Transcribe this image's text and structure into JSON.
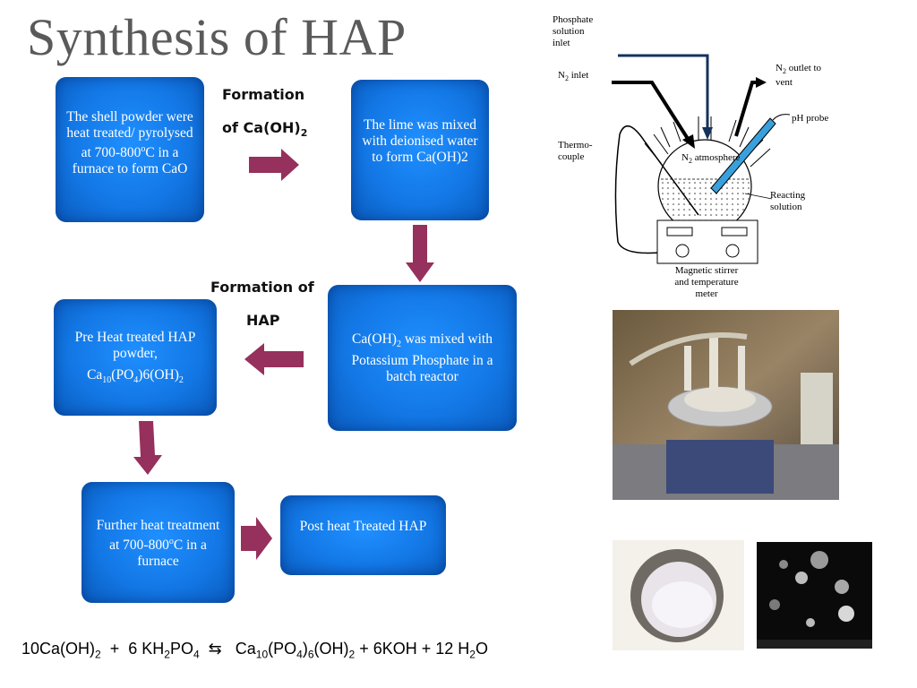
{
  "title": "Synthesis of HAP",
  "labels": {
    "formation_caoh2_line1": "Formation",
    "formation_caoh2_line2_pre": "of Ca(OH)",
    "formation_caoh2_line2_sub": "2",
    "formation_hap_line1": "Formation of",
    "formation_hap_line2": "HAP"
  },
  "boxes": {
    "shell": {
      "pre": "The shell powder were heat treated/ pyrolysed at 700-800",
      "sup": "o",
      "post": "C in a furnace to form CaO"
    },
    "lime": {
      "text": "The lime was mixed with deionised water to form Ca(OH)2"
    },
    "mixed": {
      "pre": "Ca(OH)",
      "sub": "2",
      "post": " was mixed with Potassium Phosphate in a batch reactor"
    },
    "preheat": {
      "line1": "Pre Heat treated HAP powder,",
      "f1": "Ca",
      "s1": "10",
      "f2": "(PO",
      "s2": "4",
      "f3": ")6(OH)",
      "s3": "2"
    },
    "further": {
      "pre": "Further heat treatment at 700-800",
      "sup": "o",
      "post": "C in a furnace"
    },
    "post": {
      "text": "Post heat Treated HAP"
    }
  },
  "equation": {
    "t1": "10Ca(OH)",
    "s1": "2",
    "t2": "  +  6 KH",
    "s2": "2",
    "t3": "PO",
    "s3": "4",
    "t4": "  ⇆   Ca",
    "s4": "10",
    "t5": "(PO",
    "s5": "4",
    "t6": ")",
    "s6": "6",
    "t7": "(OH)",
    "s7": "2",
    "t8": " + 6KOH + 12 H",
    "s8": "2",
    "t9": "O"
  },
  "diagram": {
    "phosphate_inlet": [
      "Phosphate",
      "solution",
      "inlet"
    ],
    "n2_inlet_pre": "N",
    "n2_inlet_sub": "2",
    "n2_inlet_post": " inlet",
    "thermocouple": [
      "Thermo-",
      "couple"
    ],
    "n2_outlet_pre": "N",
    "n2_outlet_sub": "2",
    "n2_outlet_post": " outlet to",
    "n2_outlet_line2": "vent",
    "ph_probe": "pH probe",
    "n2_atm_pre": "N",
    "n2_atm_sub": "2",
    "n2_atm_post": " atmosphere",
    "reacting": [
      "Reacting",
      "solution"
    ],
    "stirrer": [
      "Magnetic stirrer",
      "and temperature",
      "meter"
    ]
  },
  "colors": {
    "box": "#1378e6",
    "arrow": "#96305c",
    "title": "#5a5a5a"
  }
}
